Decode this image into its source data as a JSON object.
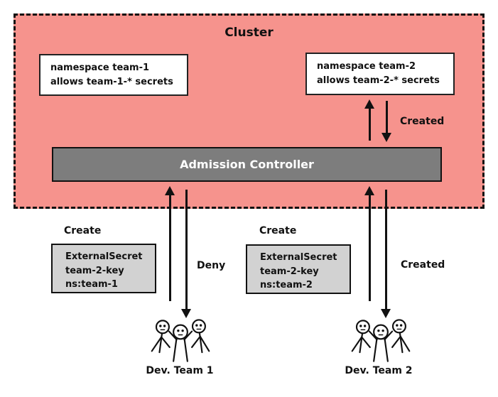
{
  "cluster": {
    "title": "Cluster",
    "namespace_team1": {
      "line1": "namespace team-1",
      "line2": "allows team-1-* secrets"
    },
    "namespace_team2": {
      "line1": "namespace team-2",
      "line2": "allows team-2-* secrets"
    },
    "admission_controller_label": "Admission Controller",
    "created_label": "Created"
  },
  "left_flow": {
    "create_label": "Create",
    "secret": {
      "line1": "ExternalSecret",
      "line2": "team-2-key",
      "line3": "ns:team-1"
    },
    "result_label": "Deny",
    "team_label": "Dev. Team 1"
  },
  "right_flow": {
    "create_label": "Create",
    "secret": {
      "line1": "ExternalSecret",
      "line2": "team-2-key",
      "line3": "ns:team-2"
    },
    "result_label": "Created",
    "team_label": "Dev. Team 2"
  },
  "colors": {
    "cluster_fill": "#F6938D",
    "admission_fill": "#7D7D7D",
    "secret_fill": "#D2D2D2",
    "outline": "#111111",
    "box_fill": "#FFFFFF"
  }
}
